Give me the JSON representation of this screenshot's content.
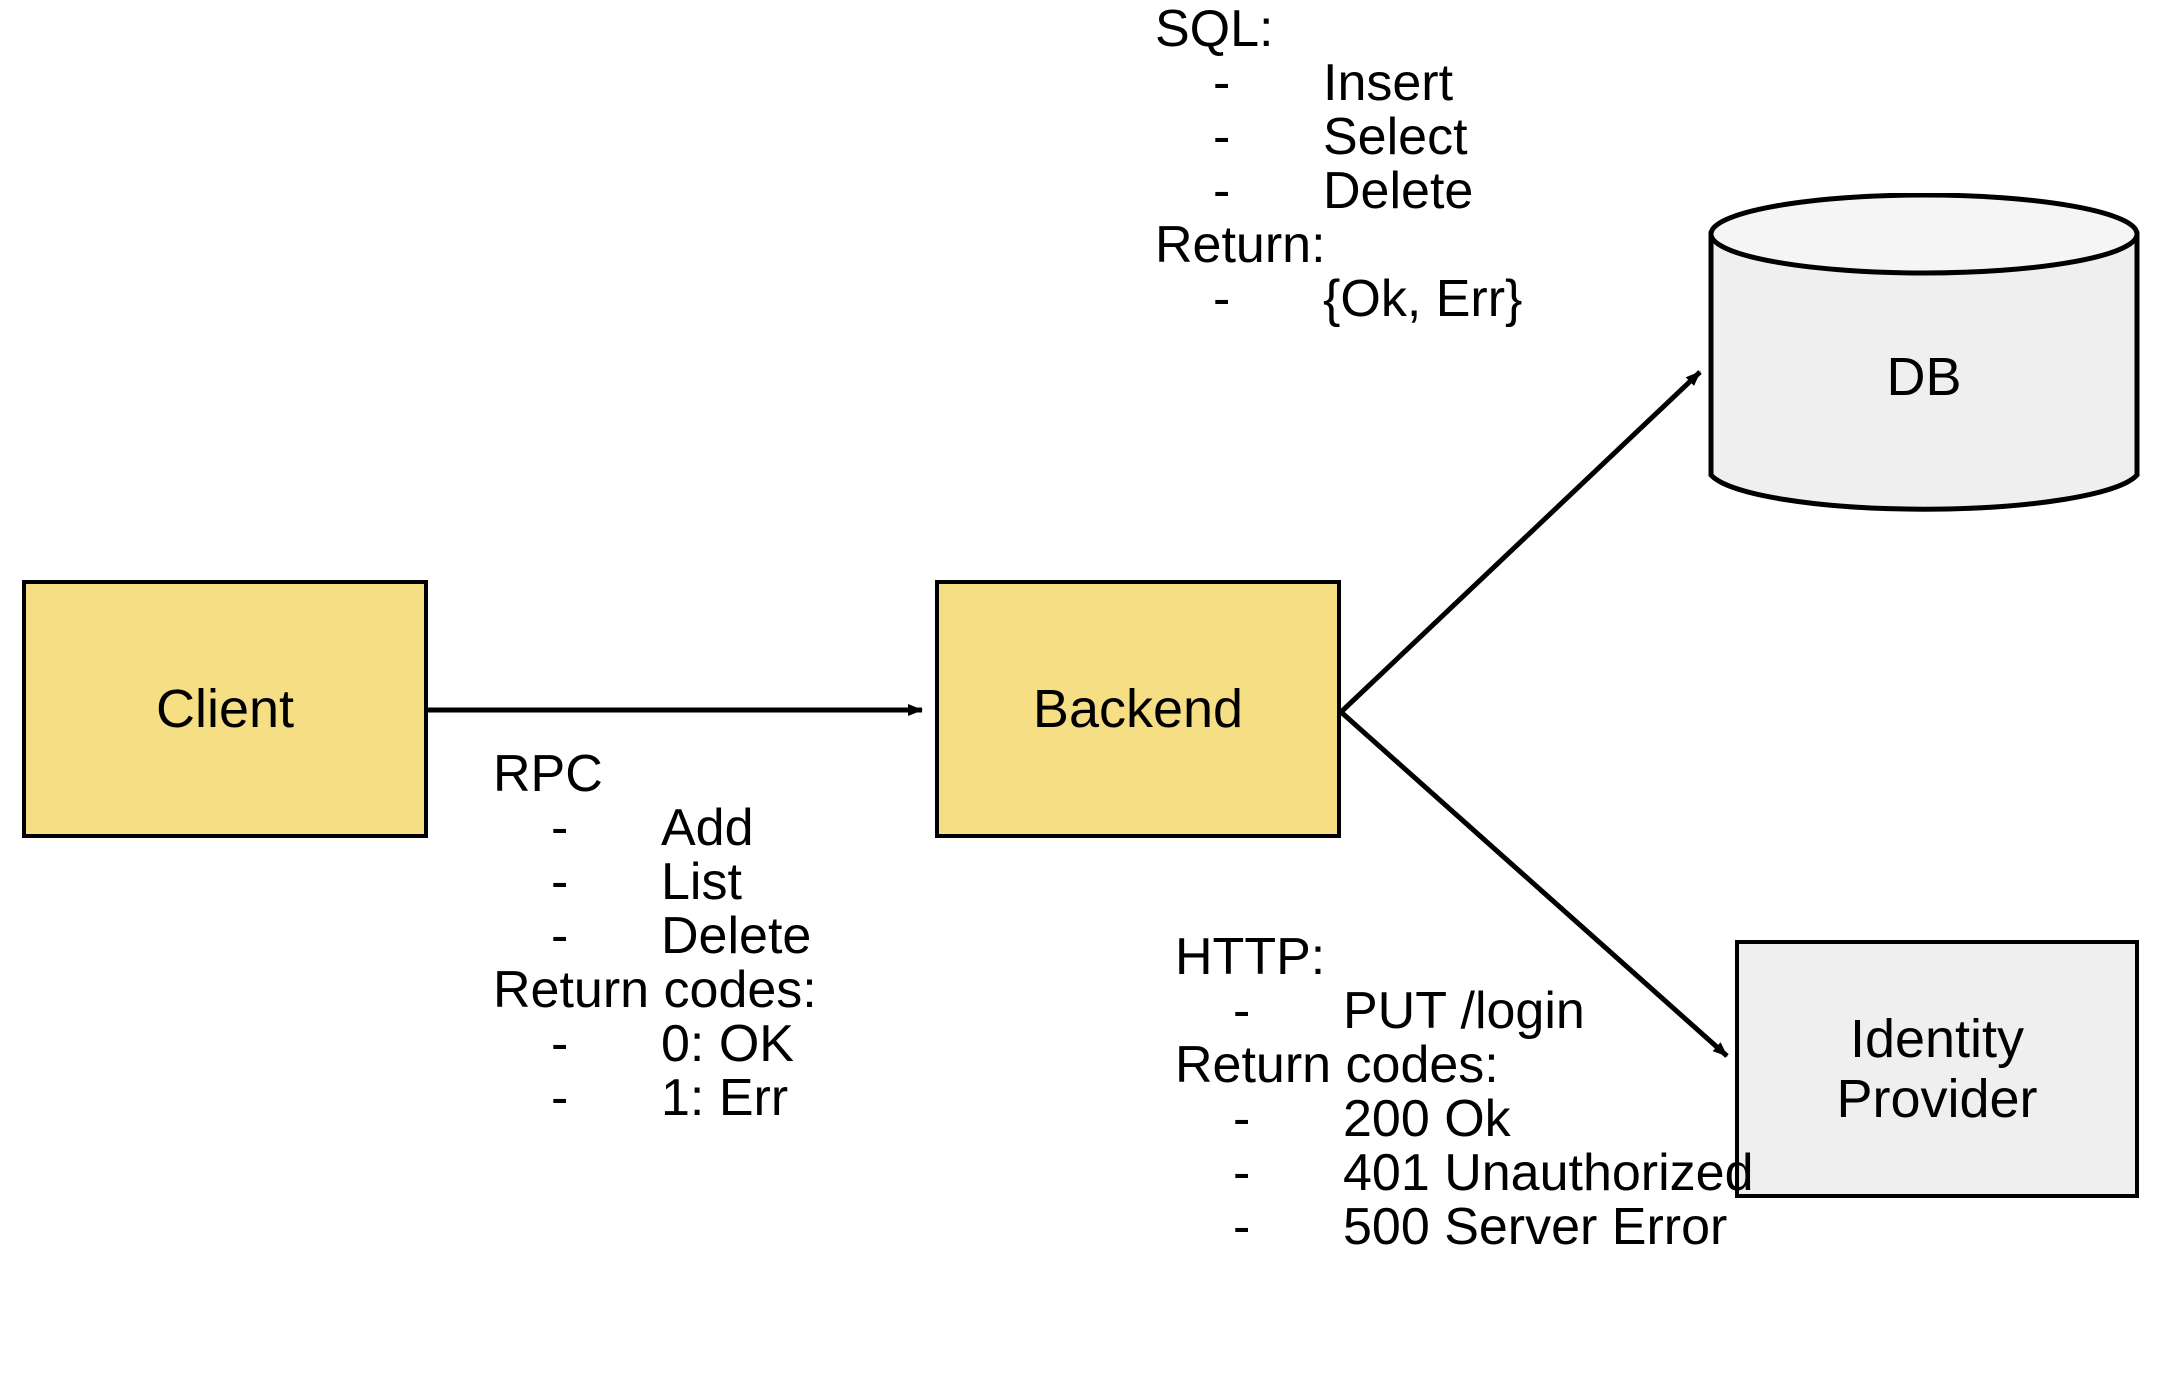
{
  "diagram": {
    "title": "Client / Backend / DB / Identity Provider architecture",
    "background_color": "#FFFFFF",
    "stroke_color": "#000000",
    "node_yellow": "#F6DE85",
    "node_gray": "#EFEFEF"
  },
  "nodes": {
    "client": {
      "label": "Client",
      "shape": "rectangle",
      "fill": "#F6DE85"
    },
    "backend": {
      "label": "Backend",
      "shape": "rectangle",
      "fill": "#F6DE85"
    },
    "db": {
      "label": "DB",
      "shape": "cylinder",
      "fill": "#EFEFEF"
    },
    "identity_provider": {
      "label": "Identity\nProvider",
      "shape": "rectangle",
      "fill": "#EFEFEF"
    }
  },
  "edges": [
    {
      "from": "client",
      "to": "backend",
      "style": "solid-arrow",
      "annotation": "rpc"
    },
    {
      "from": "backend",
      "to": "db",
      "style": "solid-arrow",
      "annotation": "sql"
    },
    {
      "from": "backend",
      "to": "identity_provider",
      "style": "solid-arrow",
      "annotation": "http"
    }
  ],
  "annotations": {
    "sql": {
      "header_1": "SQL:",
      "items_1": [
        "Insert",
        "Select",
        "Delete"
      ],
      "header_2": "Return:",
      "items_2": [
        "{Ok, Err}"
      ],
      "bullet": "-"
    },
    "rpc": {
      "header_1": "RPC",
      "items_1": [
        "Add",
        "List",
        "Delete"
      ],
      "header_2": "Return codes:",
      "items_2": [
        "0: OK",
        "1: Err"
      ],
      "bullet": "-"
    },
    "http": {
      "header_1": "HTTP:",
      "items_1": [
        "PUT /login"
      ],
      "header_2": "Return codes:",
      "items_2": [
        "200 Ok",
        "401 Unauthorized",
        "500 Server Error"
      ],
      "bullet": "-"
    }
  }
}
